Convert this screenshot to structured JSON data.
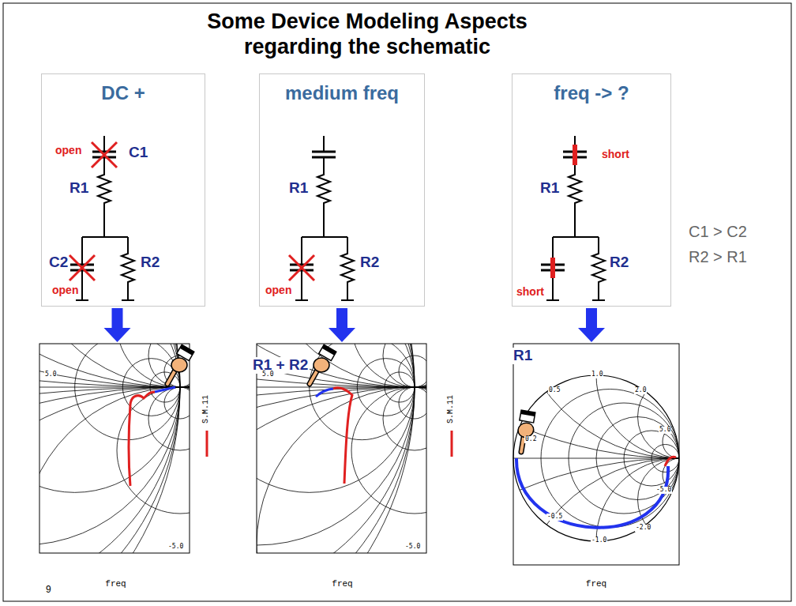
{
  "diagram": {
    "title": "Some Device Modeling Aspects regarding the schematic",
    "nodes": [
      {
        "text": [
          "DC +"
        ]
      },
      {
        "text": [
          "medium freq"
        ]
      },
      {
        "text": [
          "freq -> ?"
        ]
      },
      {
        "text": [
          "freq"
        ]
      },
      {
        "text": [
          "freq"
        ]
      },
      {
        "text": [
          "freq"
        ]
      }
    ],
    "edges": [
      {
        "from": 0,
        "to": 3,
        "arrow": "to"
      },
      {
        "from": 1,
        "to": 4,
        "arrow": "to"
      },
      {
        "from": 2,
        "to": 5,
        "arrow": "to"
      }
    ],
    "labels": [
      "open",
      "C1",
      "R1",
      "C2",
      "R2",
      "open",
      "R1",
      "R2",
      "open",
      "short",
      "R1",
      "R2",
      "short",
      "C1 > C2",
      "R2 > R1",
      "R1 + R2",
      "R1",
      "S.M.11",
      "S.M.11",
      "0.2",
      "0.5",
      "1.0",
      "2.0",
      "5.0",
      "-0.5",
      "-1.0",
      "-2.0",
      "-5.0",
      "5.0",
      "-5.0",
      "5.0",
      "-5.0",
      "9"
    ]
  }
}
